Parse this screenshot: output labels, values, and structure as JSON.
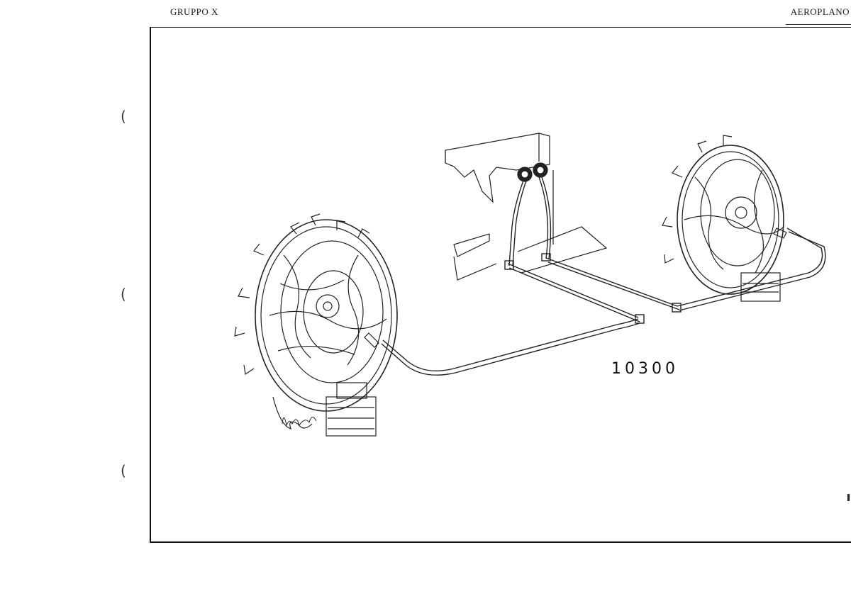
{
  "header": {
    "left": "GRUPPO X",
    "right": "AEROPLANO"
  },
  "figure": {
    "number": "10300"
  },
  "icons": {
    "engine_left": "radial-engine-drawing",
    "engine_right": "radial-engine-drawing",
    "gauges": "dual-gauge-instrument",
    "signature": "artist-signature"
  }
}
